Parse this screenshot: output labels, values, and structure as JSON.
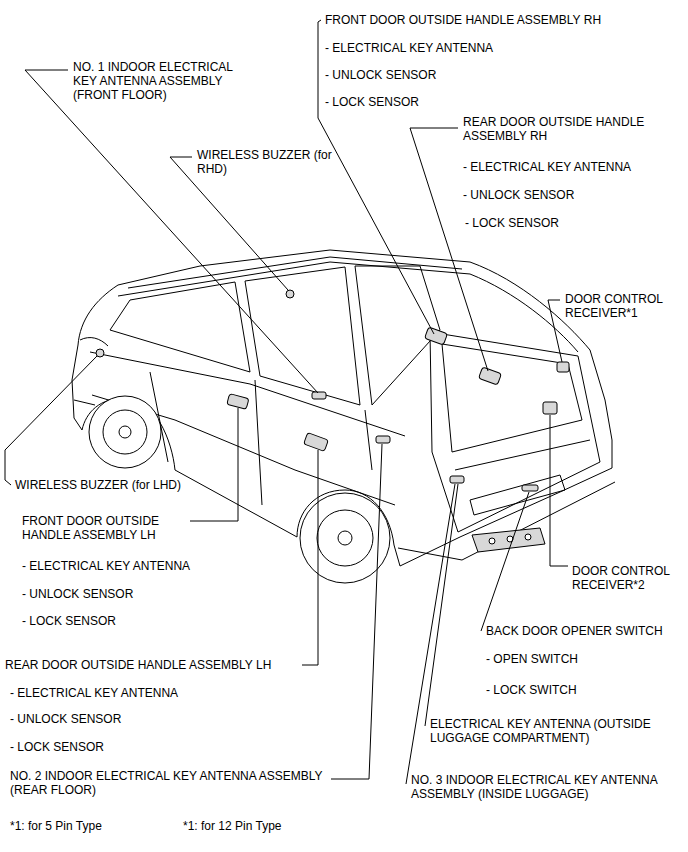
{
  "diagram": {
    "labels": [
      "FRONT DOOR OUTSIDE HANDLE ASSEMBLY RH",
      "- ELECTRICAL KEY ANTENNA",
      "- UNLOCK SENSOR",
      "- LOCK SENSOR",
      "NO. 1 INDOOR ELECTRICAL KEY ANTENNA ASSEMBLY (FRONT FLOOR)",
      "WIRELESS BUZZER (for RHD)",
      "REAR DOOR OUTSIDE HANDLE ASSEMBLY RH",
      "- ELECTRICAL KEY ANTENNA",
      "- UNLOCK SENSOR",
      "- LOCK SENSOR",
      "DOOR CONTROL RECEIVER*1",
      "WIRELESS BUZZER (for LHD)",
      "FRONT DOOR OUTSIDE HANDLE ASSEMBLY LH",
      "- ELECTRICAL KEY ANTENNA",
      "- UNLOCK SENSOR",
      "- LOCK SENSOR",
      "DOOR CONTROL RECEIVER*2",
      "BACK DOOR OPENER SWITCH",
      "- OPEN SWITCH",
      "- LOCK SWITCH",
      "REAR DOOR OUTSIDE HANDLE ASSEMBLY LH",
      "- ELECTRICAL KEY ANTENNA",
      "- UNLOCK SENSOR",
      "- LOCK SENSOR",
      "ELECTRICAL KEY ANTENNA (OUTSIDE LUGGAGE COMPARTMENT)",
      "NO. 2 INDOOR ELECTRICAL KEY ANTENNA ASSEMBLY (REAR FLOOR)",
      "NO. 3 INDOOR ELECTRICAL KEY ANTENNA ASSEMBLY (INSIDE LUGGAGE)",
      "*1: for 5 Pin Type",
      "*1: for 12 Pin Type"
    ]
  }
}
